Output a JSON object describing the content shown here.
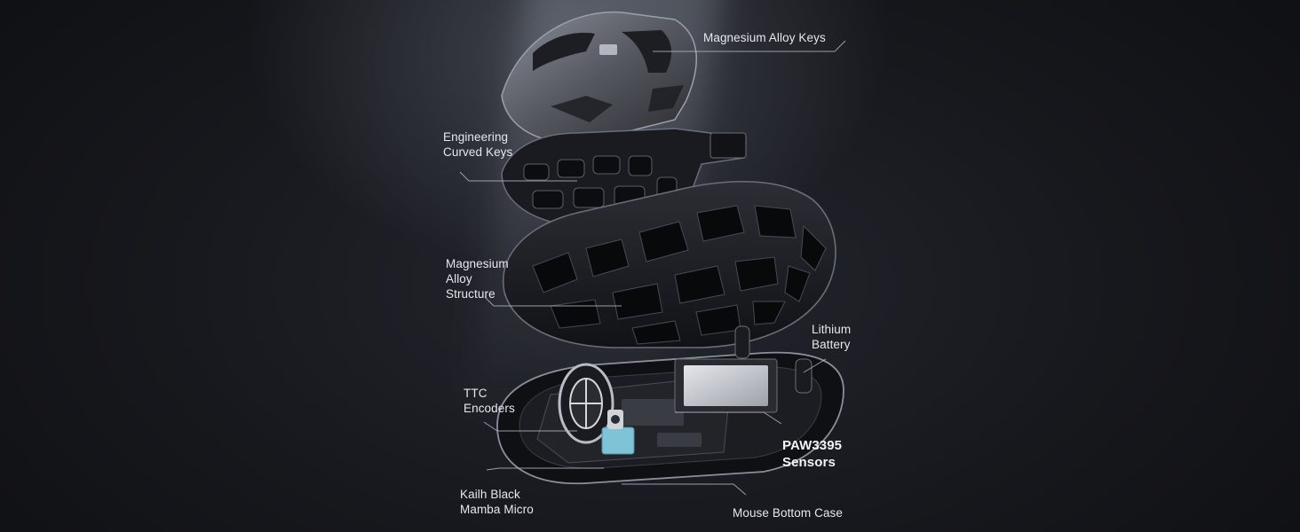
{
  "labels": {
    "magnesium_alloy_keys": "Magnesium Alloy Keys",
    "engineering_curved_keys": [
      "Engineering",
      "Curved Keys"
    ],
    "magnesium_alloy_structure": [
      "Magnesium",
      "Alloy",
      "Structure"
    ],
    "lithium_battery": [
      "Lithium",
      "Battery"
    ],
    "ttc_encoders": [
      "TTC",
      "Encoders"
    ],
    "paw3395_sensors": [
      "PAW3395",
      "Sensors"
    ],
    "kailh_black_mamba_micro": [
      "Kailh Black",
      "Mamba Micro"
    ],
    "mouse_bottom_case": "Mouse Bottom Case"
  },
  "colors": {
    "background": "#15161b",
    "label_text": "#e6e8ee",
    "leader_line": "#aeb4c2",
    "shell": "#1b1c21",
    "shell_edge": "#5d6170",
    "key_metal": "#6d717c",
    "switch_blue": "#7ec3d6",
    "battery_silver": "#c9ccd2"
  }
}
